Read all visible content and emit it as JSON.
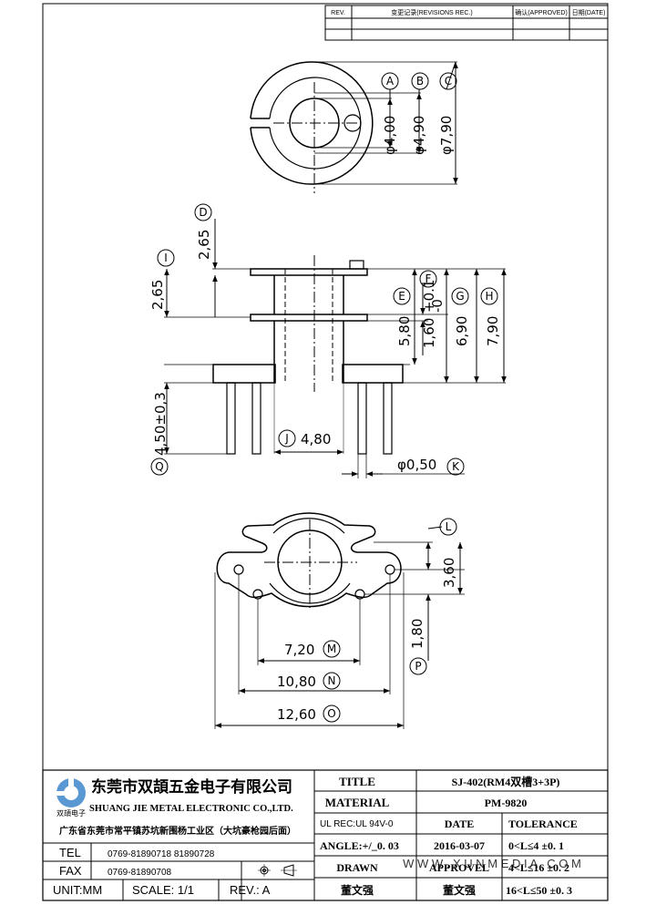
{
  "revision_table": {
    "headers": [
      "REV.",
      "变更记录(REVISIONS REC.)",
      "确认(APPROVED)",
      "日期(DATE)"
    ]
  },
  "top_view": {
    "dims": [
      {
        "label": "A",
        "value": "φ4,00"
      },
      {
        "label": "B",
        "value": "φ4,90"
      },
      {
        "label": "C",
        "value": "φ7,90"
      }
    ]
  },
  "side_view": {
    "dims": [
      {
        "label": "D",
        "value": "2,65"
      },
      {
        "label": "I",
        "value": "2,65"
      },
      {
        "label": "E",
        "value": "5,80"
      },
      {
        "label": "F",
        "value": "1,60",
        "tol_upper": "+0.1",
        "tol_lower": "-0"
      },
      {
        "label": "G",
        "value": "6,90"
      },
      {
        "label": "H",
        "value": "7,90"
      },
      {
        "label": "Q",
        "value": "4,50±0,3"
      },
      {
        "label": "J",
        "value": "4,80"
      },
      {
        "label": "K",
        "value": "φ0,50"
      }
    ]
  },
  "bottom_view": {
    "dims": [
      {
        "label": "L",
        "value": ""
      },
      {
        "label": "",
        "value": "3,60"
      },
      {
        "label": "P",
        "value": "1,80"
      },
      {
        "label": "M",
        "value": "7,20"
      },
      {
        "label": "N",
        "value": "10,80"
      },
      {
        "label": "O",
        "value": "12,60"
      }
    ]
  },
  "title_block": {
    "company_cn": "东莞市双頡五金电子有限公司",
    "company_en": "SHUANG JIE METAL ELECTRONIC CO.,LTD.",
    "logo_text": "双頡电子",
    "address": "广东省东莞市常平镇苏坑新围杨工业区（大坑豪枪园后面）",
    "tel_label": "TEL",
    "tel": "0769-81890718  81890728",
    "fax_label": "FAX",
    "fax": "0769-81890708",
    "unit": "UNIT:MM",
    "scale": "SCALE: 1/1",
    "rev": "REV.:  A",
    "title_label": "TITLE",
    "title_value": "SJ-402(RM4双槽3+3P)",
    "material_label": "MATERIAL",
    "material_value": "PM-9820",
    "ul_rec": "UL REC:UL 94V-0",
    "date_label": "DATE",
    "tolerance_label": "TOLERANCE",
    "angle": "ANGLE:+/_0. 03",
    "date_value": "2016-03-07",
    "tol_1": "0<L≤4    ±0. 1",
    "drawn_label": "DRAWN",
    "approved_label": "APPROVEL",
    "tol_2": "4<L≤16  ±0. 2",
    "drawn_by": "董文强",
    "approved_by": "董文强",
    "tol_3": "16<L≤50  ±0. 3",
    "watermark": "W W W . X U N M E D I A . C O M"
  }
}
